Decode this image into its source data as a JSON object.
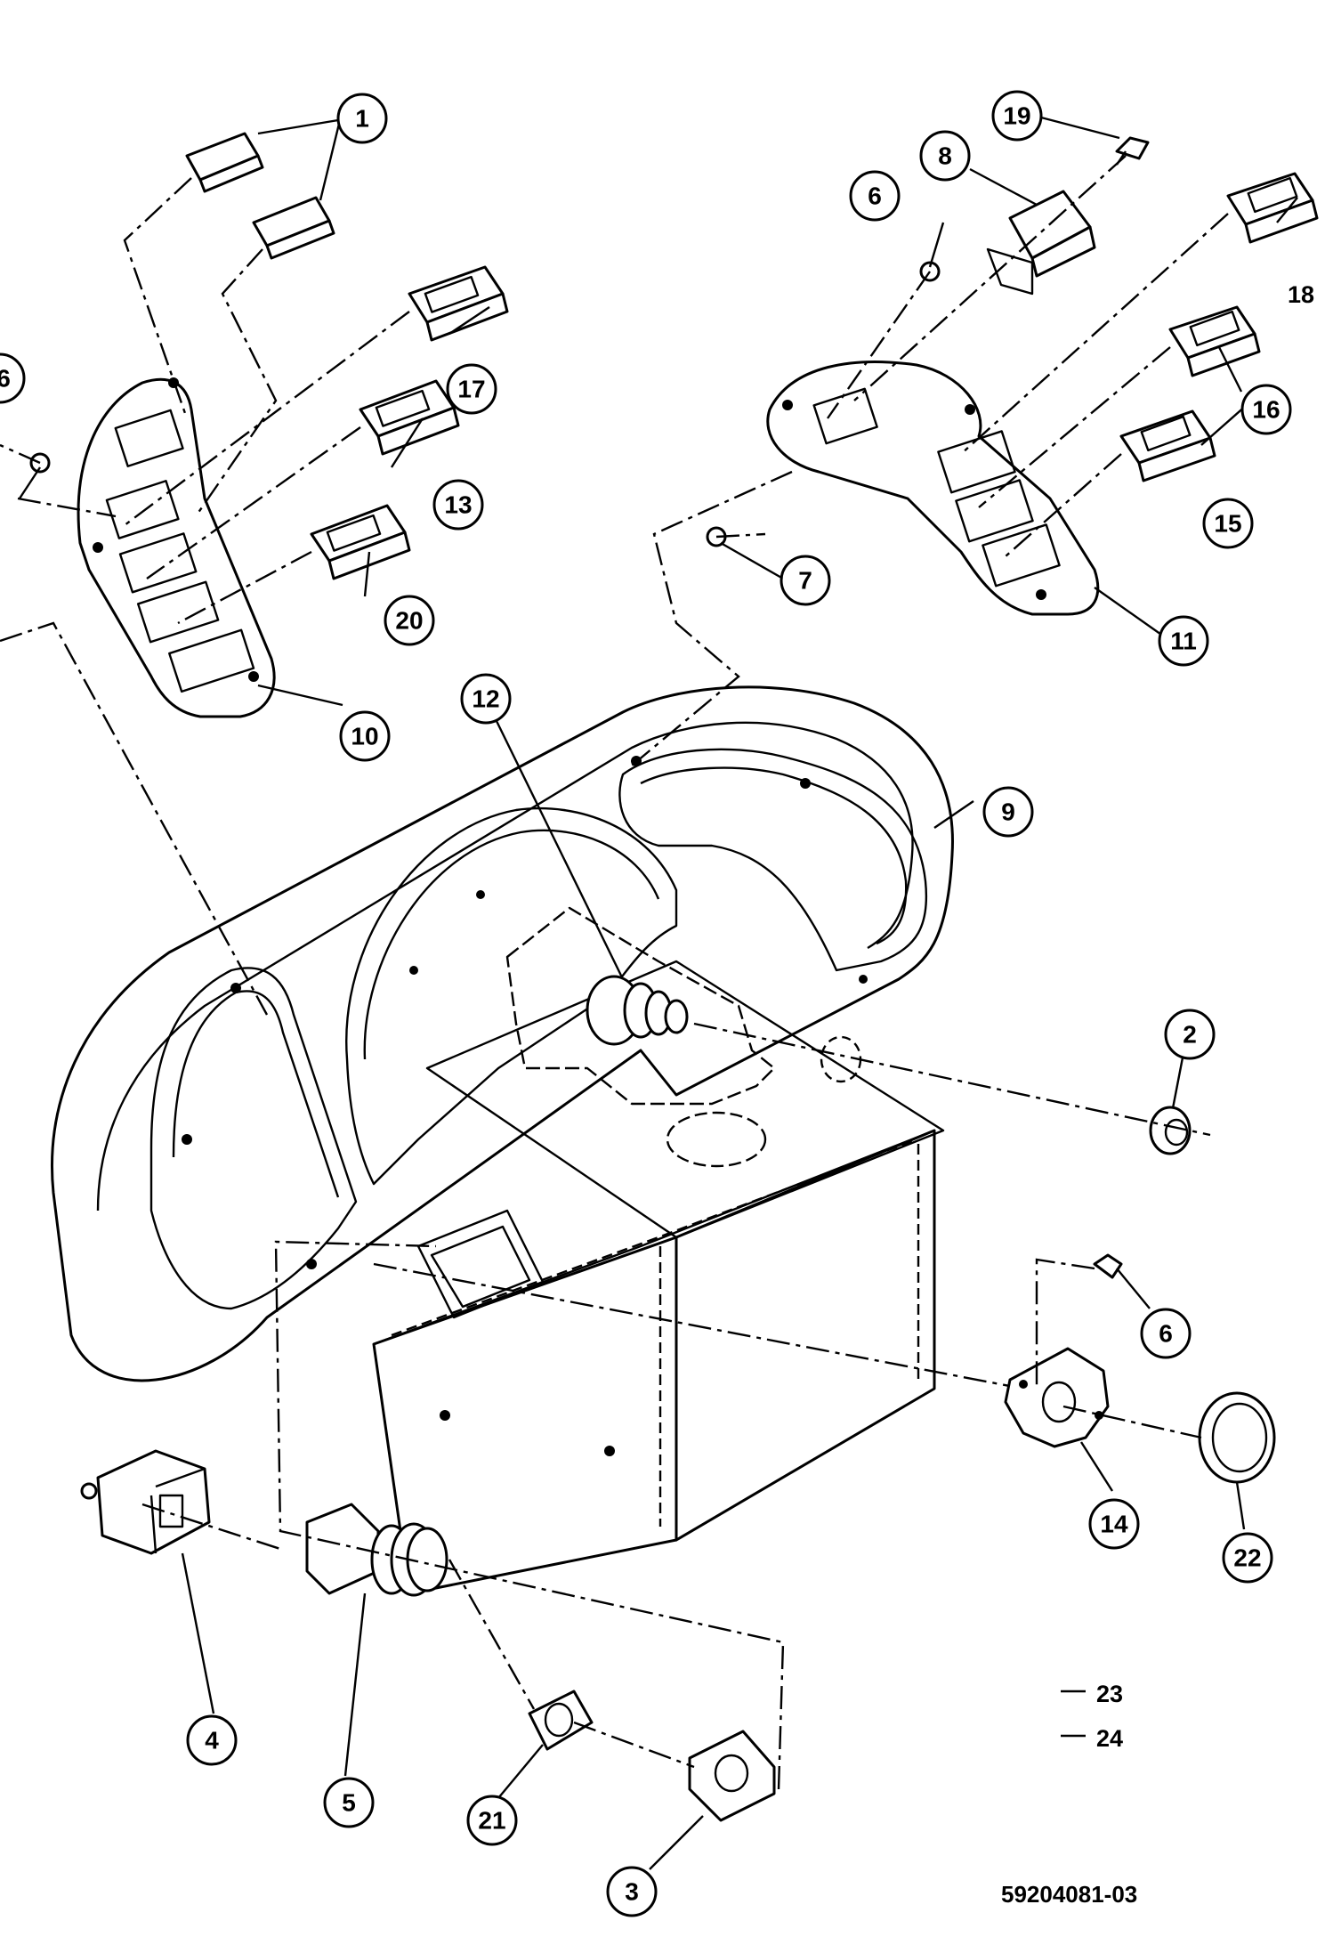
{
  "callouts": {
    "c1": "1",
    "c2": "2",
    "c3": "3",
    "c4": "4",
    "c5": "5",
    "c6a": "6",
    "c6b": "6",
    "c6c": "6",
    "c7": "7",
    "c8": "8",
    "c9": "9",
    "c10": "10",
    "c11": "11",
    "c12": "12",
    "c13": "13",
    "c14": "14",
    "c15": "15",
    "c16": "16",
    "c17": "17",
    "c18": "18",
    "c19": "19",
    "c20": "20",
    "c21": "21",
    "c22": "22",
    "c23": "23",
    "c24": "24"
  },
  "drawing_number": "59204081-03"
}
